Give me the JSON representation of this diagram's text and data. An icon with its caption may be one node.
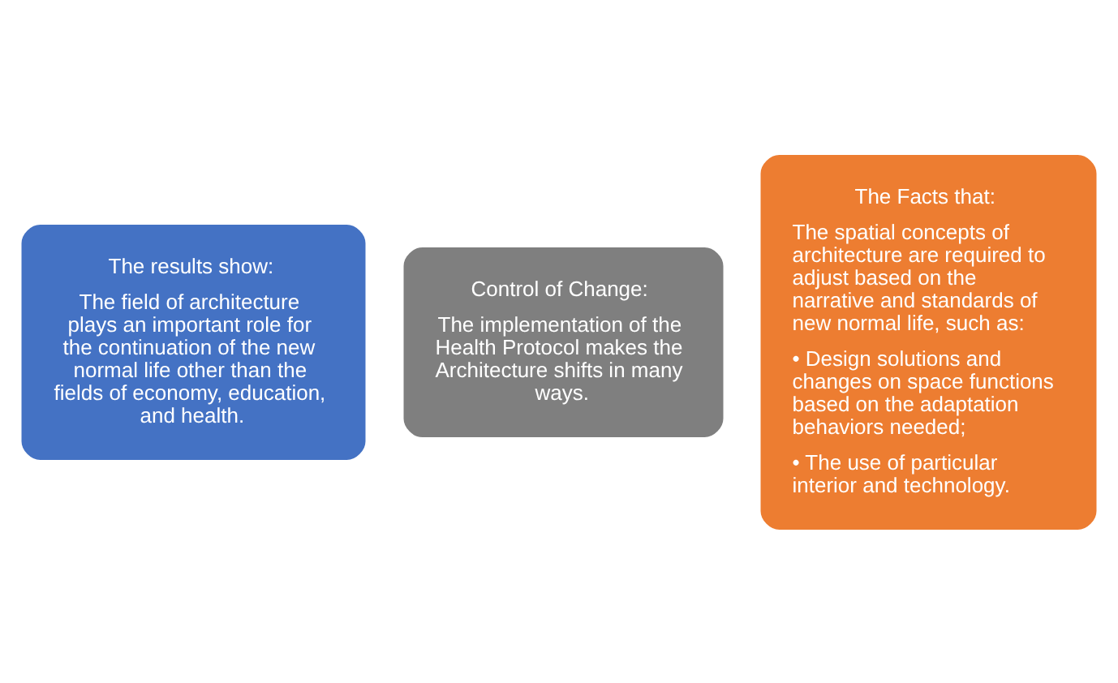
{
  "diagram": {
    "nodes": [
      {
        "text": [
          "The results show:",
          "The field of architecture plays an important role for the continuation of the new normal life other than the fields of economy, education, and health."
        ]
      },
      {
        "text": [
          "Control of Change:",
          "The implementation of the Health Protocol makes the Architecture shifts in many ways."
        ]
      },
      {
        "text": [
          "The Facts that:",
          "The spatial concepts of architecture are required to adjust based on the narrative and standards of new normal life, such as:",
          "• Design solutions and changes on space functions based on the adaptation behaviors needed;",
          "• The use of particular interior and technology."
        ]
      }
    ],
    "edges": []
  }
}
